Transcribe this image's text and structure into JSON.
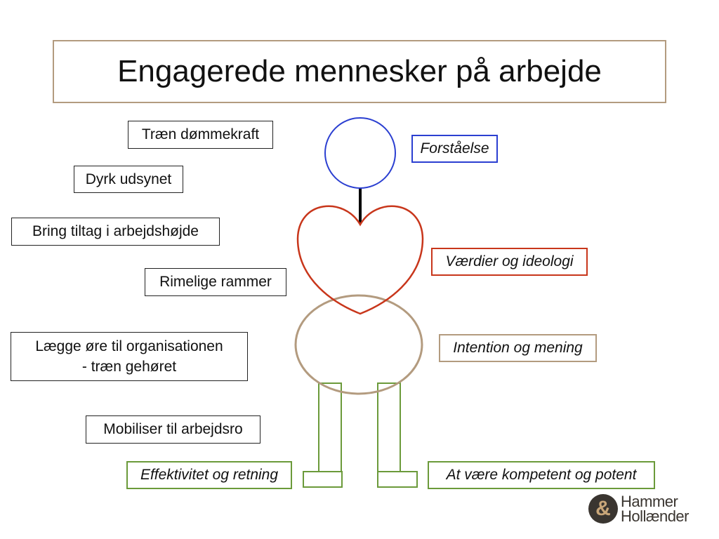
{
  "title": "Engagerede mennesker på arbejde",
  "left_labels": {
    "traen_dommekraft": "Træn dømmekraft",
    "dyrk_udsynet": "Dyrk udsynet",
    "bring_tiltag": "Bring tiltag i arbejdshøjde",
    "rimelige_rammer": "Rimelige rammer",
    "laegge_ore_line1": "Lægge øre til organisationen",
    "laegge_ore_line2": "- træn gehøret",
    "mobiliser": "Mobiliser til arbejdsro",
    "effektivitet": "Effektivitet og retning"
  },
  "right_labels": {
    "forstaaelse": "Forståelse",
    "vaerdier": "Værdier og ideologi",
    "intention": "Intention og mening",
    "kompetent": "At være kompetent og potent"
  },
  "logo": {
    "mark": "&",
    "line1": "Hammer",
    "line2": "Hollænder"
  },
  "colors": {
    "head": "#2b3fd1",
    "heart": "#c8361b",
    "belly": "#b39b7f",
    "legs": "#6b9a3a",
    "neck": "#000000",
    "title_border": "#b39b7f"
  }
}
